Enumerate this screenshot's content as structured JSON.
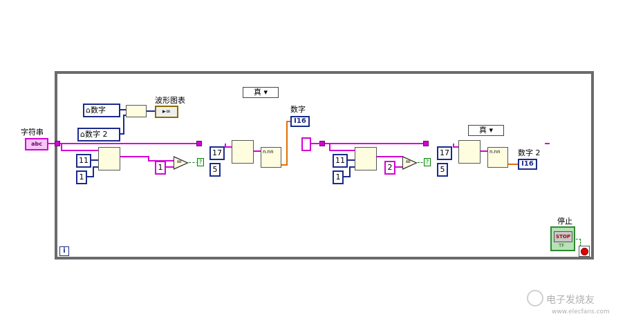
{
  "labels": {
    "string_control": "字符串",
    "string_type": "abc",
    "number1_local": "数字",
    "number2_local": "数字 2",
    "waveform_chart": "波形图表",
    "numeric_indicator1": "数字",
    "numeric_indicator2": "数字 2",
    "i16": "I16",
    "stop_label": "停止",
    "stop_button": "STOP",
    "tf": "TF",
    "iteration": "i",
    "case1_selector": "真 ▾",
    "case2_selector": "真 ▾",
    "watermark": "电子发烧友",
    "watermark_url": "www.elecfans.com"
  },
  "constants": {
    "c11_a": "11",
    "c1_a": "1",
    "c1_compare": "1",
    "c17_a": "17",
    "c5_a": "5",
    "c11_b": "11",
    "c1_b": "1",
    "c2_compare": "2",
    "c17_b": "17",
    "c5_b": "5"
  },
  "colors": {
    "loop_border": "#6b6b6b",
    "string_wire": "#d400d4",
    "numeric_wire": "#1a2a8a",
    "orange_wire": "#e07000"
  }
}
